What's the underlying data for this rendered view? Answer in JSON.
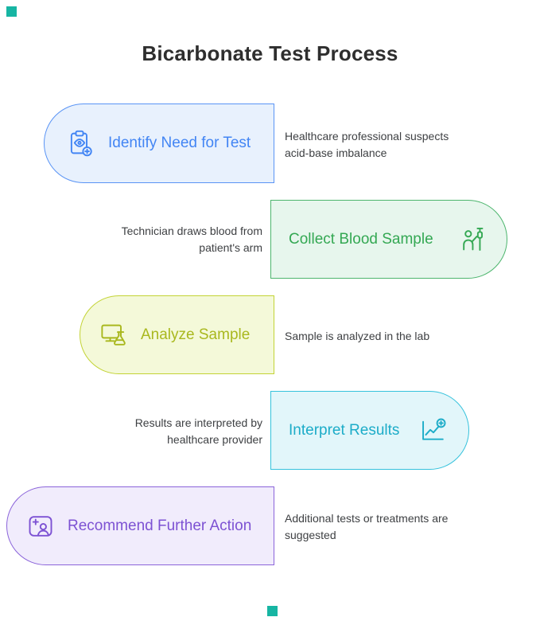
{
  "title": "Bicarbonate Test Process",
  "decorations": {
    "top_square_color": "#17b5a3",
    "bottom_square_color": "#17b5a3"
  },
  "steps": [
    {
      "label": "Identify Need for Test",
      "description": "Healthcare professional suspects acid-base imbalance",
      "side": "left",
      "icon": "clipboard-eye-icon",
      "accent": "#4285f4",
      "border": "#5a94f5",
      "fill": "#e8f1fd"
    },
    {
      "label": "Collect Blood Sample",
      "description": "Technician draws blood from patient's arm",
      "side": "right",
      "icon": "person-iv-drip-icon",
      "accent": "#34a853",
      "border": "#4cb56d",
      "fill": "#e7f6ed"
    },
    {
      "label": "Analyze Sample",
      "description": "Sample is analyzed in the lab",
      "side": "left",
      "icon": "monitor-flask-icon",
      "accent": "#a9b81e",
      "border": "#c3d335",
      "fill": "#f4f9d9"
    },
    {
      "label": "Interpret Results",
      "description": "Results are interpreted by healthcare provider",
      "side": "right",
      "icon": "chart-plus-icon",
      "accent": "#1cacc8",
      "border": "#35c2dc",
      "fill": "#e2f6fa"
    },
    {
      "label": "Recommend Further Action",
      "description": "Additional tests or treatments are suggested",
      "side": "left",
      "icon": "person-frame-plus-icon",
      "accent": "#7d52d3",
      "border": "#8b64da",
      "fill": "#f1ecfc"
    }
  ]
}
